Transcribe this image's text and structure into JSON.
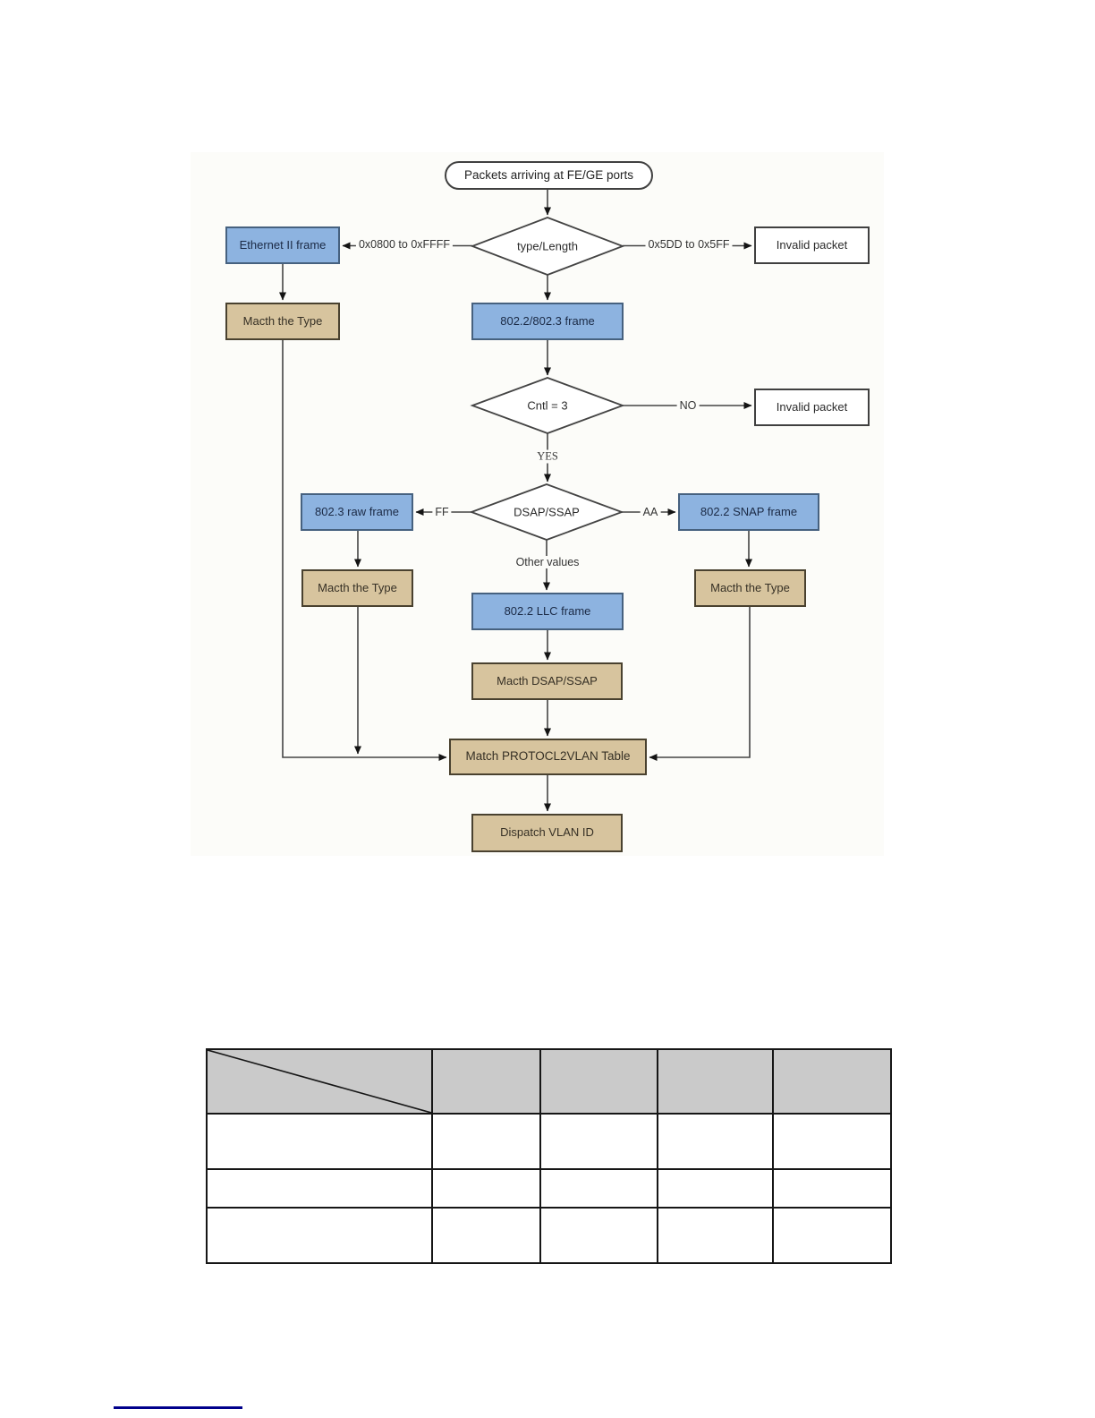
{
  "colors": {
    "blue-fill": "#8db3e0",
    "blue-border": "#46617f",
    "blue-text": "#1b2a45",
    "tan-fill": "#d7c49e",
    "tan-border": "#49412f",
    "tan-text": "#363025",
    "plain-border": "#404040",
    "line": "#444444",
    "chart-bg": "#fcfcf9",
    "table-header": "#cacaca",
    "footer-line": "#00008b"
  },
  "flowchart": {
    "nodes": {
      "start": {
        "label": "Packets arriving at FE/GE ports",
        "type": "terminator"
      },
      "type_length": {
        "label": "type/Length",
        "type": "decision"
      },
      "ethernet_ii": {
        "label": "Ethernet II frame",
        "type": "process-blue"
      },
      "invalid_packet_1": {
        "label": "Invalid packet",
        "type": "process-plain"
      },
      "macth_type_1": {
        "label": "Macth the Type",
        "type": "process-tan"
      },
      "frame_8022_8023": {
        "label": "802.2/802.3 frame",
        "type": "process-blue"
      },
      "cntl": {
        "label": "Cntl = 3",
        "type": "decision"
      },
      "invalid_packet_2": {
        "label": "Invalid packet",
        "type": "process-plain"
      },
      "dsap_ssap": {
        "label": "DSAP/SSAP",
        "type": "decision"
      },
      "raw_frame": {
        "label": "802.3 raw frame",
        "type": "process-blue"
      },
      "snap_frame": {
        "label": "802.2 SNAP frame",
        "type": "process-blue"
      },
      "macth_type_2": {
        "label": "Macth the Type",
        "type": "process-tan"
      },
      "llc_frame": {
        "label": "802.2 LLC frame",
        "type": "process-blue"
      },
      "macth_type_3": {
        "label": "Macth the Type",
        "type": "process-tan"
      },
      "macth_dsap_ssap": {
        "label": "Macth DSAP/SSAP",
        "type": "process-tan"
      },
      "match_protocl2vlan": {
        "label": "Match PROTOCL2VLAN Table",
        "type": "process-tan"
      },
      "dispatch_vlan_id": {
        "label": "Dispatch VLAN ID",
        "type": "process-tan"
      }
    },
    "edge_labels": {
      "range_ethernet": "0x0800 to 0xFFFF",
      "range_invalid": "0x5DD to 0x5FF",
      "no": "NO",
      "yes": "YES",
      "ff": "FF",
      "aa": "AA",
      "other_values": "Other values"
    }
  },
  "table": {
    "header_cells": [
      "",
      "",
      "",
      "",
      ""
    ],
    "rows": [
      [
        "",
        "",
        "",
        "",
        ""
      ],
      [
        "",
        "",
        "",
        "",
        ""
      ],
      [
        "",
        "",
        "",
        "",
        ""
      ]
    ]
  }
}
